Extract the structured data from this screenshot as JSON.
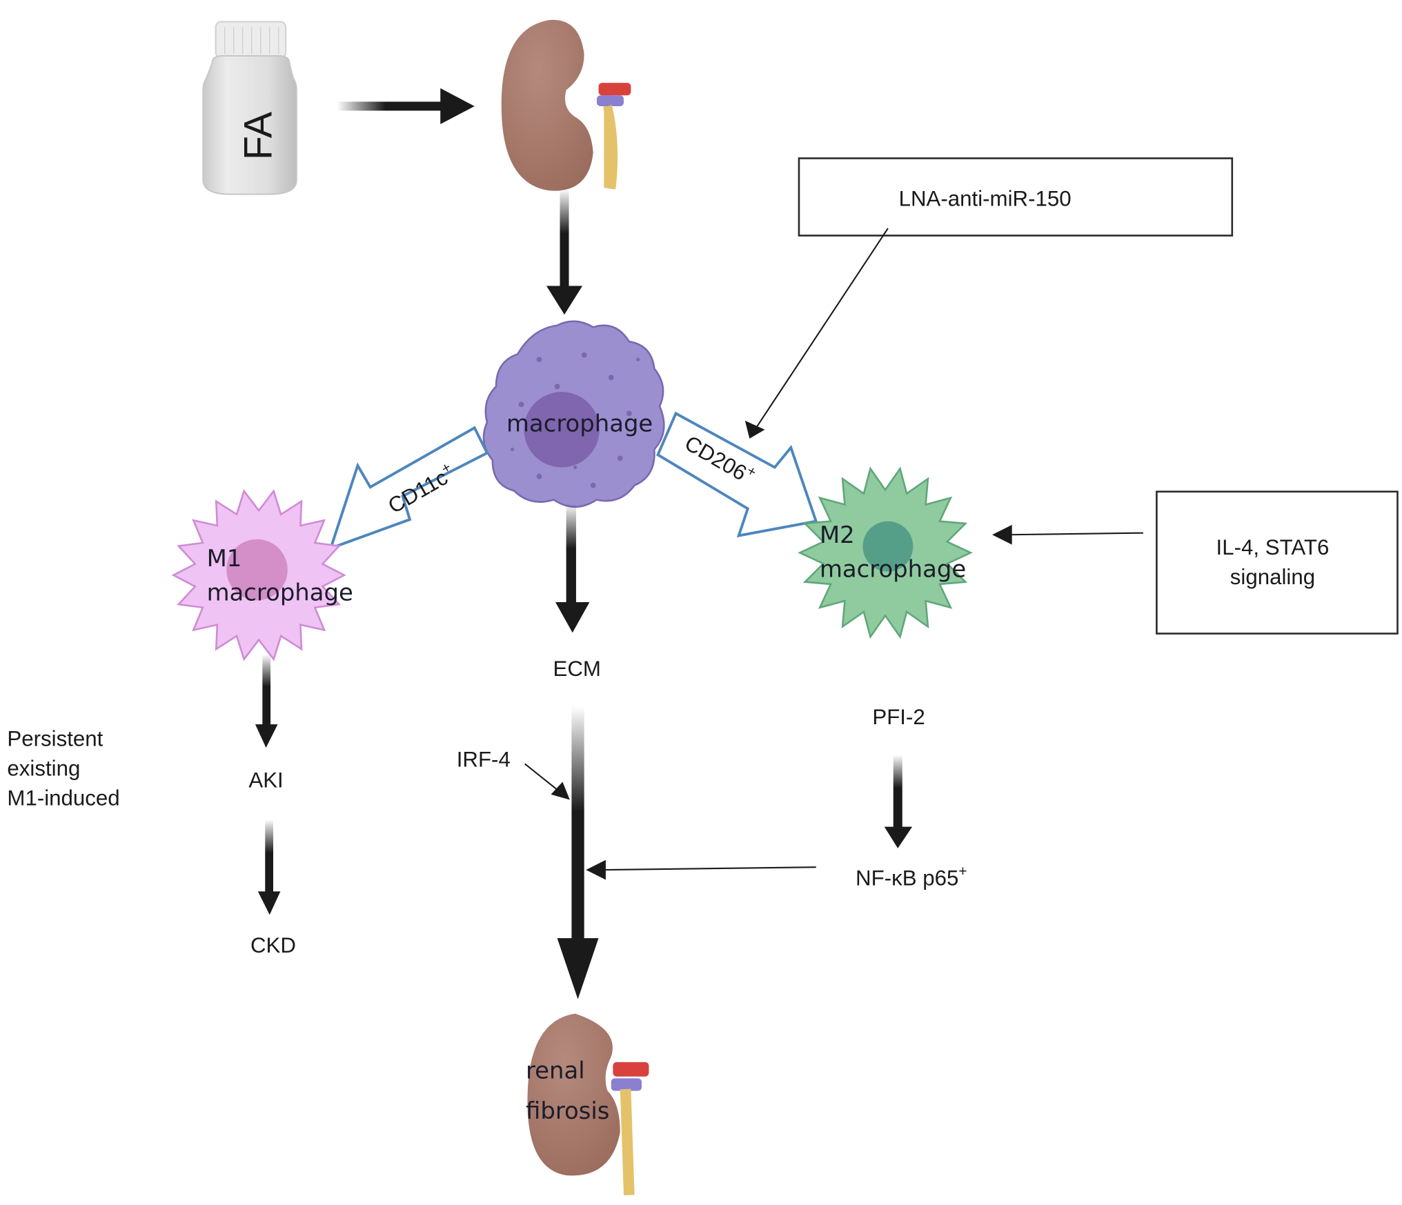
{
  "figure": {
    "bottle_label": "FA",
    "nodes": {
      "macrophage": "macrophage",
      "m1_line1": "M1",
      "m1_line2": "macrophage",
      "m2_line1": "M2",
      "m2_line2": "macrophage",
      "renal_line1": "renal",
      "renal_line2": "fibrosis"
    },
    "arrow_labels": {
      "cd11c": "CD11c",
      "cd11c_sup": "+",
      "cd206": "CD206",
      "cd206_sup": "+"
    },
    "boxes": {
      "lna": "LNA-anti-miR-150",
      "il4_line1": "IL-4, STAT6",
      "il4_line2": "signaling"
    },
    "labels": {
      "ecm": "ECM",
      "aki": "AKI",
      "ckd": "CKD",
      "irf4": "IRF-4",
      "pfi2": "PFI-2",
      "nfkb": "NF-κB p65",
      "nfkb_sup": "+",
      "persistent_line1": "Persistent",
      "persistent_line2": "existing",
      "persistent_line3": "M1-induced"
    },
    "colors": {
      "kidney": "#a5786a",
      "macrophage": "#9b8fd0",
      "macrophage_nucleus": "#7a5fa8",
      "m1": "#efc3f3",
      "m1_nucleus": "#d08ac4",
      "m2": "#8fcb9e",
      "m2_nucleus": "#4f9a86",
      "hollow_arrow_outline": "#4e86bd",
      "artery": "#d9423c",
      "vein": "#8b7fd0",
      "ureter": "#e3c26a"
    }
  }
}
